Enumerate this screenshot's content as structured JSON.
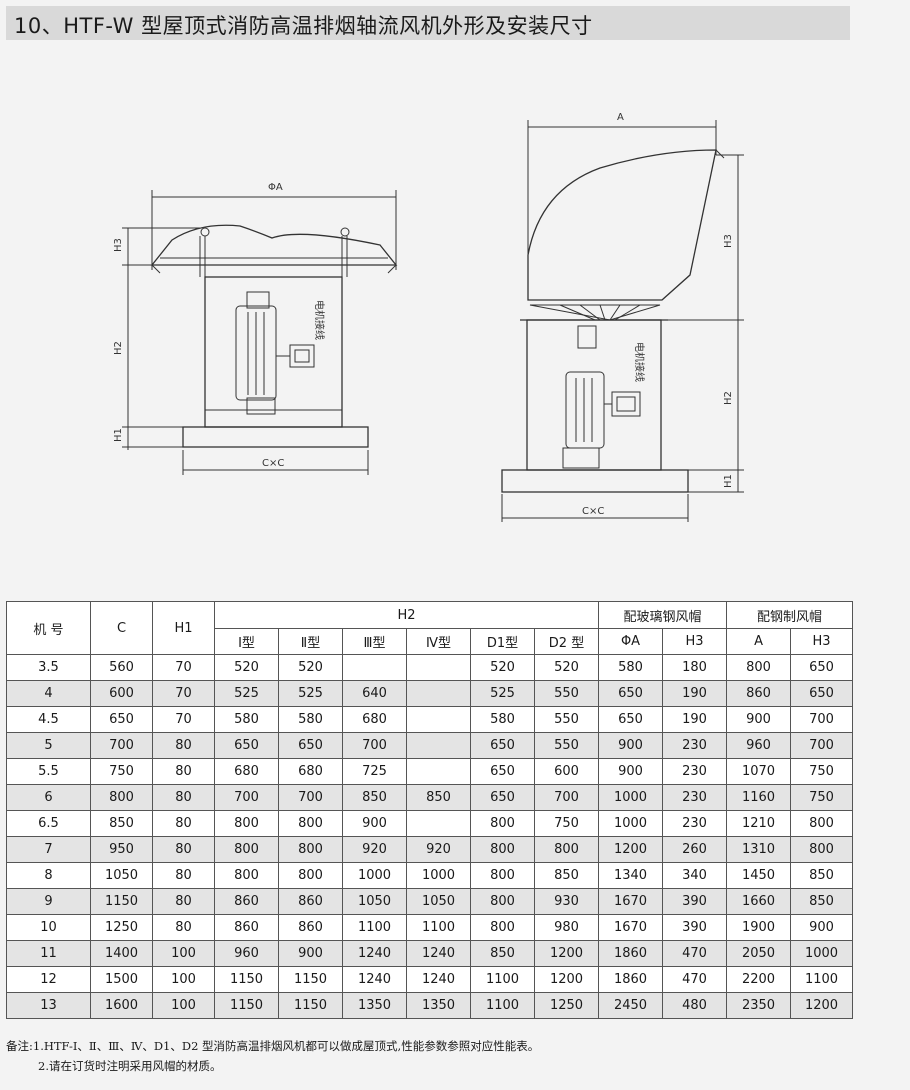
{
  "title": "10、HTF-W 型屋顶式消防高温排烟轴流风机外形及安装尺寸",
  "drawing": {
    "left_labels": {
      "top_dim": "ΦA",
      "h3": "H3",
      "h2": "H2",
      "h1": "H1",
      "bottom_dim": "C×C",
      "vertical_note": "电机接线"
    },
    "right_labels": {
      "top_dim": "A",
      "h3": "H3",
      "h2": "H2",
      "h1": "H1",
      "bottom_dim": "C×C",
      "vertical_note": "电机接线"
    }
  },
  "table": {
    "head1": {
      "model": "机 号",
      "c": "C",
      "h1": "H1",
      "h2": "H2",
      "frp": "配玻璃钢风帽",
      "steel": "配钢制风帽"
    },
    "head2": [
      "Ⅰ型",
      "Ⅱ型",
      "Ⅲ型",
      "Ⅳ型",
      "D1型",
      "D2 型",
      "ΦA",
      "H3",
      "A",
      "H3"
    ],
    "rows": [
      [
        "3.5",
        "560",
        "70",
        "520",
        "520",
        "",
        "",
        "520",
        "520",
        "580",
        "180",
        "800",
        "650"
      ],
      [
        "4",
        "600",
        "70",
        "525",
        "525",
        "640",
        "",
        "525",
        "550",
        "650",
        "190",
        "860",
        "650"
      ],
      [
        "4.5",
        "650",
        "70",
        "580",
        "580",
        "680",
        "",
        "580",
        "550",
        "650",
        "190",
        "900",
        "700"
      ],
      [
        "5",
        "700",
        "80",
        "650",
        "650",
        "700",
        "",
        "650",
        "550",
        "900",
        "230",
        "960",
        "700"
      ],
      [
        "5.5",
        "750",
        "80",
        "680",
        "680",
        "725",
        "",
        "650",
        "600",
        "900",
        "230",
        "1070",
        "750"
      ],
      [
        "6",
        "800",
        "80",
        "700",
        "700",
        "850",
        "850",
        "650",
        "700",
        "1000",
        "230",
        "1160",
        "750"
      ],
      [
        "6.5",
        "850",
        "80",
        "800",
        "800",
        "900",
        "",
        "800",
        "750",
        "1000",
        "230",
        "1210",
        "800"
      ],
      [
        "7",
        "950",
        "80",
        "800",
        "800",
        "920",
        "920",
        "800",
        "800",
        "1200",
        "260",
        "1310",
        "800"
      ],
      [
        "8",
        "1050",
        "80",
        "800",
        "800",
        "1000",
        "1000",
        "800",
        "850",
        "1340",
        "340",
        "1450",
        "850"
      ],
      [
        "9",
        "1150",
        "80",
        "860",
        "860",
        "1050",
        "1050",
        "800",
        "930",
        "1670",
        "390",
        "1660",
        "850"
      ],
      [
        "10",
        "1250",
        "80",
        "860",
        "860",
        "1100",
        "1100",
        "800",
        "980",
        "1670",
        "390",
        "1900",
        "900"
      ],
      [
        "11",
        "1400",
        "100",
        "960",
        "900",
        "1240",
        "1240",
        "850",
        "1200",
        "1860",
        "470",
        "2050",
        "1000"
      ],
      [
        "12",
        "1500",
        "100",
        "1150",
        "1150",
        "1240",
        "1240",
        "1100",
        "1200",
        "1860",
        "470",
        "2200",
        "1100"
      ],
      [
        "13",
        "1600",
        "100",
        "1150",
        "1150",
        "1350",
        "1350",
        "1100",
        "1250",
        "2450",
        "480",
        "2350",
        "1200"
      ]
    ]
  },
  "notes": {
    "line1": "备注:1.HTF-Ⅰ、Ⅱ、Ⅲ、Ⅳ、D1、D2 型消防高温排烟风机都可以做成屋顶式,性能参数参照对应性能表。",
    "line2": "2.请在订货时注明采用风帽的材质。"
  }
}
